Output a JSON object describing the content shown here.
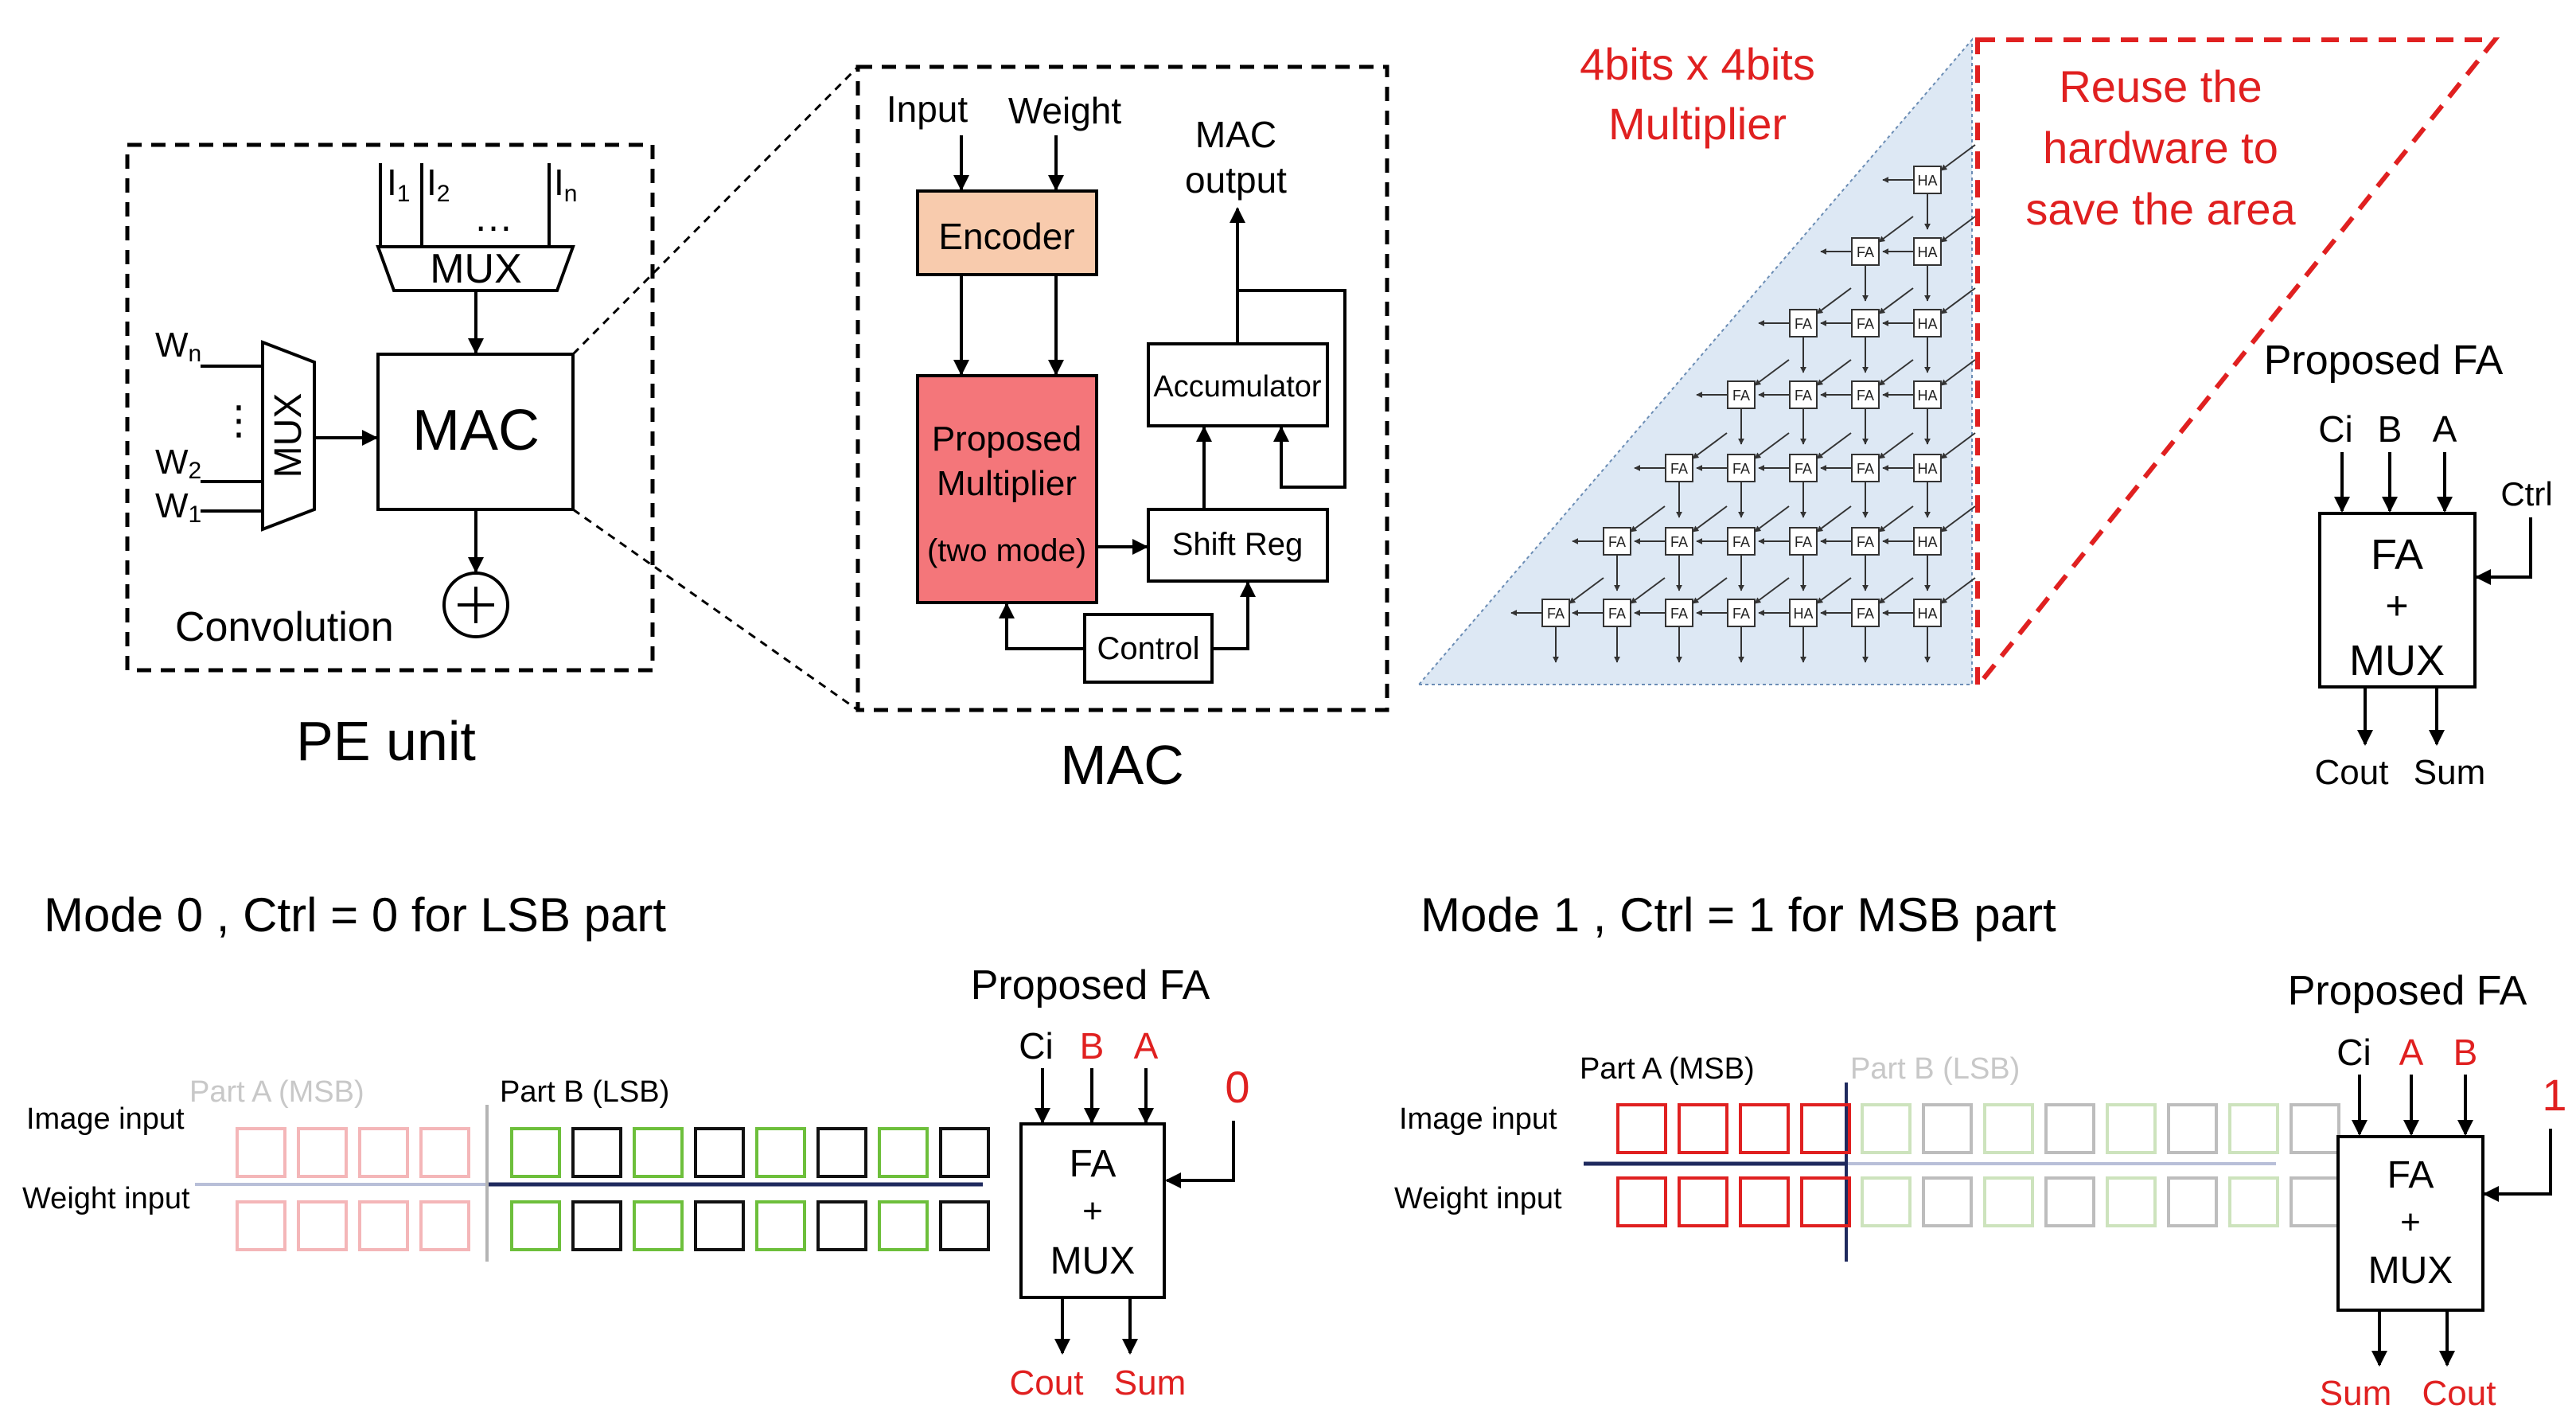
{
  "pe_unit": {
    "mux_label": "MUX",
    "side_mux_label": "MUX",
    "mac_label": "MAC",
    "inputs": [
      "I",
      "I",
      "I"
    ],
    "input_subscripts": [
      "1",
      "2",
      "n"
    ],
    "dots": "…",
    "vdots": "⋮",
    "weights": [
      "W",
      "W",
      "W"
    ],
    "weight_subscripts": [
      "n",
      "2",
      "1"
    ],
    "convolution_label": "Convolution",
    "plus_symbol": "+",
    "caption": "PE unit"
  },
  "mac": {
    "input_label": "Input",
    "weight_label": "Weight",
    "output_label_line1": "MAC",
    "output_label_line2": "output",
    "encoder_label": "Encoder",
    "multiplier_line1": "Proposed",
    "multiplier_line2": "Multiplier",
    "multiplier_line3": "(two mode)",
    "accumulator_label": "Accumulator",
    "shift_reg_label": "Shift Reg",
    "control_label": "Control",
    "caption": "MAC",
    "encoder_color": "#f8cbad",
    "multiplier_color": "#f4767a"
  },
  "multiplier_array": {
    "title_line1": "4bits x 4bits",
    "title_line2": "Multiplier",
    "reuse_line1": "Reuse the",
    "reuse_line2": "hardware to",
    "reuse_line3": "save the area",
    "fa_label": "FA",
    "ha_label": "HA",
    "accent_color": "#e02020",
    "fill_color": "#dde8f4"
  },
  "proposed_fa_top": {
    "title": "Proposed FA",
    "inputs": [
      "Ci",
      "B",
      "A"
    ],
    "ctrl_label": "Ctrl",
    "box_line1": "FA",
    "box_line2": "+",
    "box_line3": "MUX",
    "outputs": [
      "Cout",
      "Sum"
    ]
  },
  "mode0": {
    "heading": "Mode 0 , Ctrl = 0  for LSB part",
    "part_a_label": "Part A (MSB)",
    "part_b_label": "Part B (LSB)",
    "image_input_label": "Image input",
    "weight_input_label": "Weight input",
    "fa_title": "Proposed FA",
    "fa_inputs": [
      "Ci",
      "B",
      "A"
    ],
    "ctrl_value": "0",
    "box_line1": "FA",
    "box_line2": "+",
    "box_line3": "MUX",
    "outputs": [
      "Cout",
      "Sum"
    ]
  },
  "mode1": {
    "heading": "Mode 1 , Ctrl = 1  for MSB part",
    "part_a_label": "Part A (MSB)",
    "part_b_label": "Part B (LSB)",
    "image_input_label": "Image input",
    "weight_input_label": "Weight input",
    "fa_title": "Proposed FA",
    "fa_inputs": [
      "Ci",
      "A",
      "B"
    ],
    "ctrl_value": "1",
    "box_line1": "FA",
    "box_line2": "+",
    "box_line3": "MUX",
    "outputs": [
      "Sum",
      "Cout"
    ]
  }
}
